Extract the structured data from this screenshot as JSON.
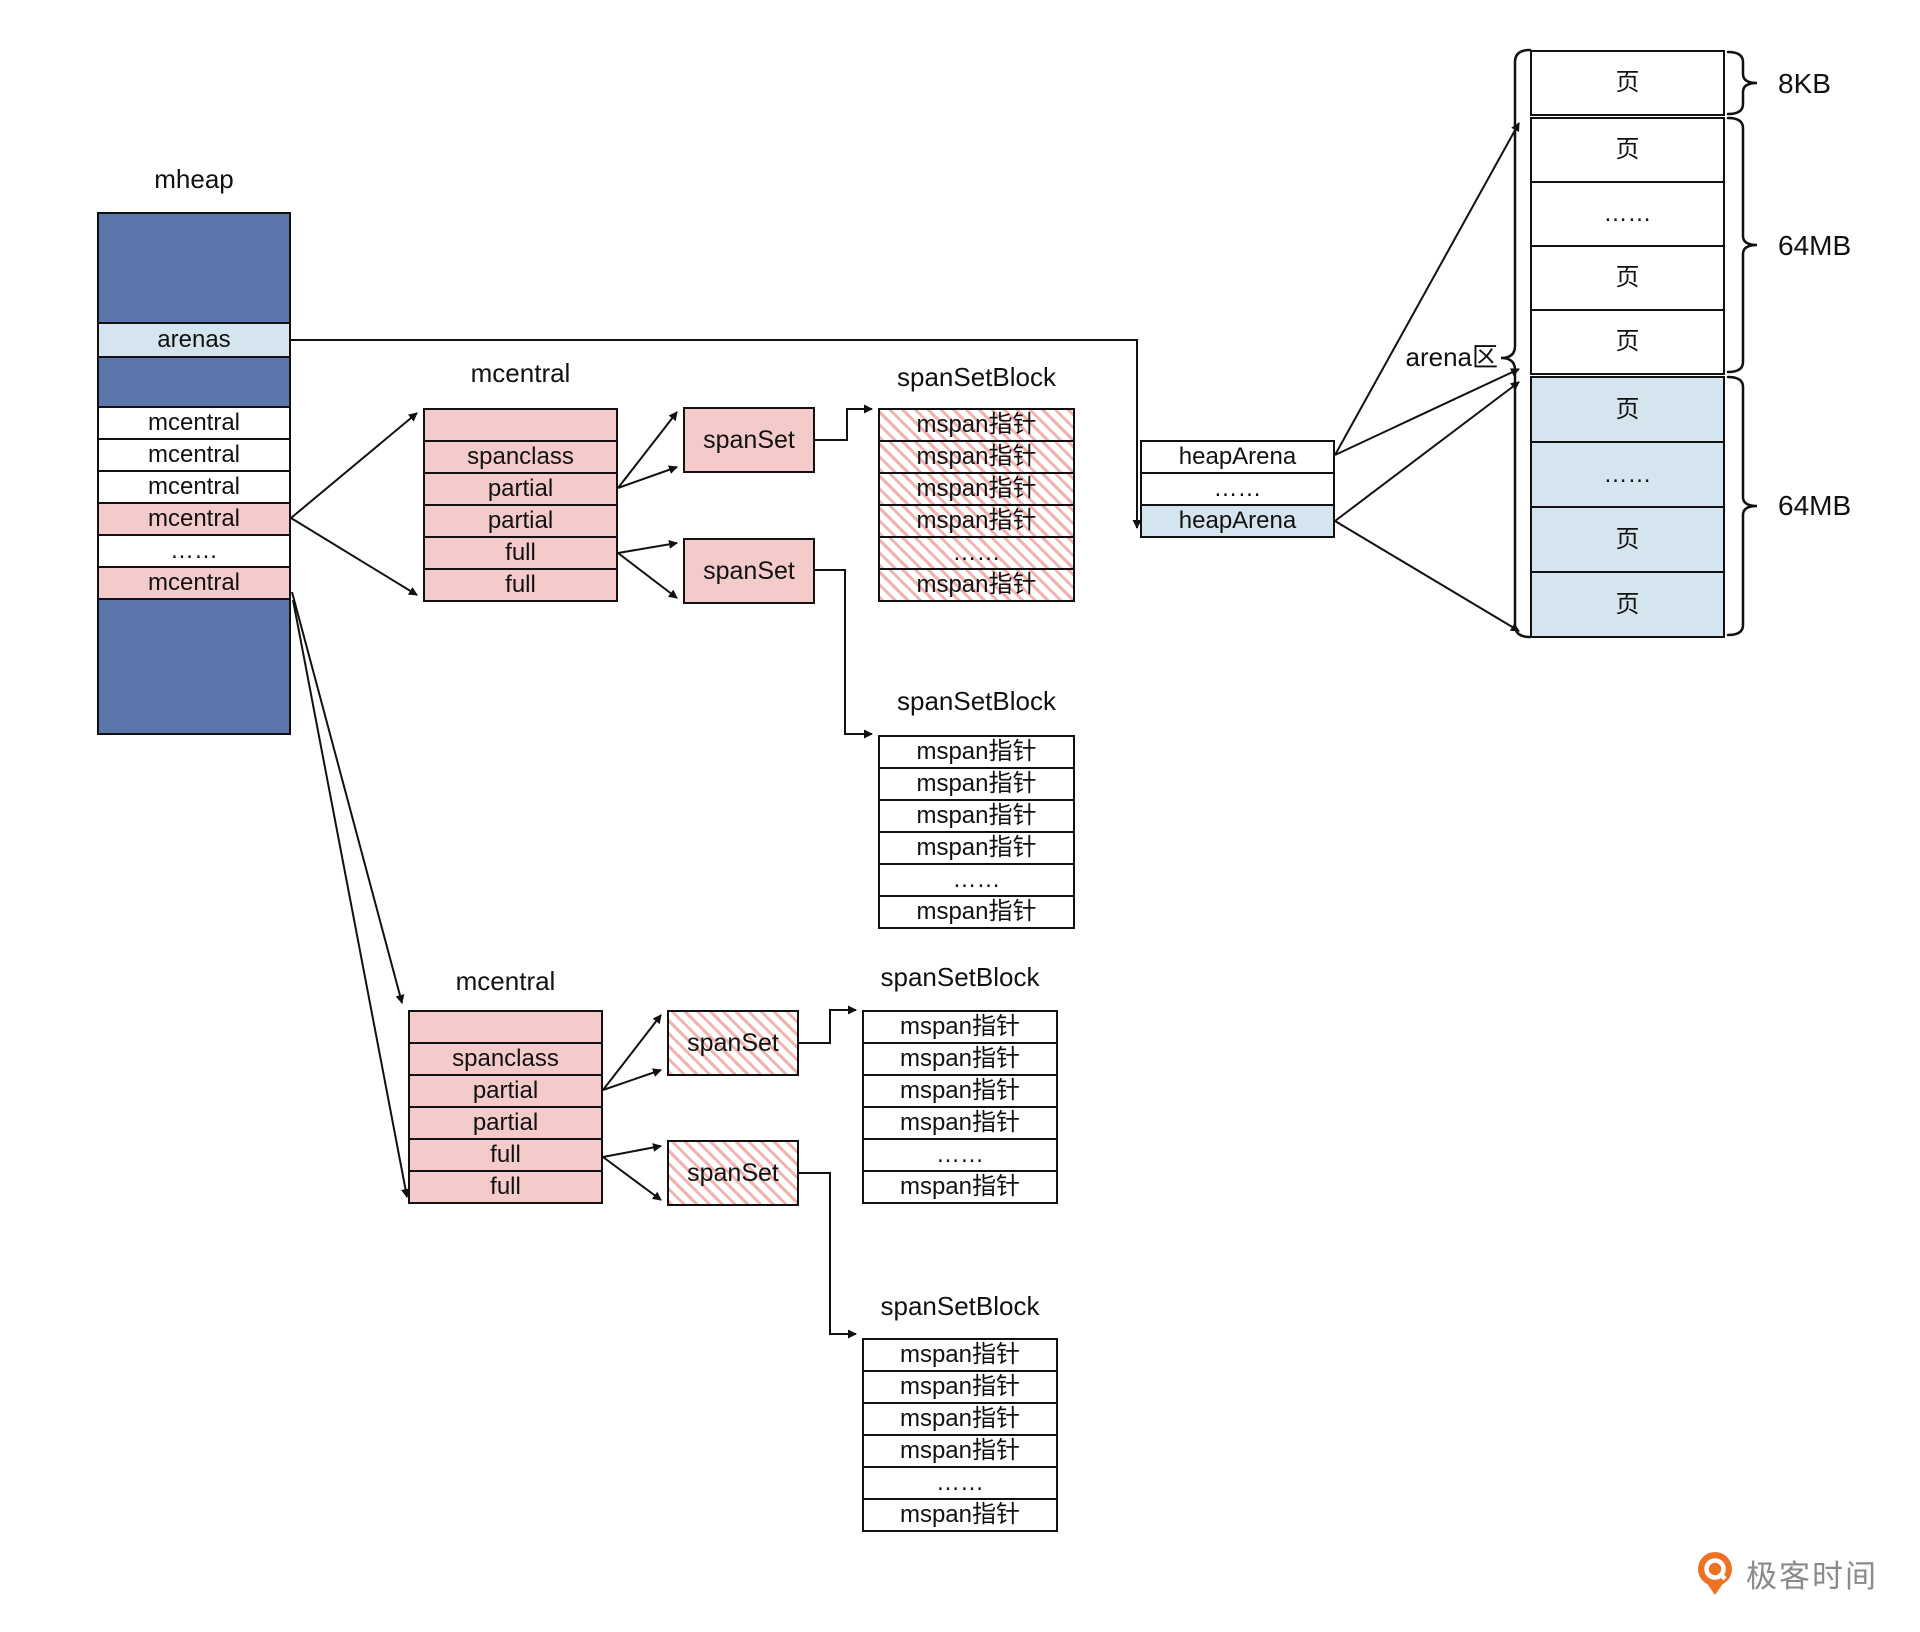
{
  "colors": {
    "dark_blue": "#5b76ab",
    "light_blue": "#d5e5ef",
    "pink": "#f4caca",
    "hatch_pink": "#f3b3ad",
    "border": "#111111",
    "logo_orange": "#ee7224",
    "logo_text_gray": "#8a8a8a"
  },
  "mheap": {
    "title": "mheap",
    "arenas_label": "arenas",
    "rows": [
      "mcentral",
      "mcentral",
      "mcentral",
      "mcentral",
      "……",
      "mcentral"
    ]
  },
  "mcentral": {
    "title": "mcentral",
    "rows": [
      "",
      "spanclass",
      "partial",
      "partial",
      "full",
      "full"
    ]
  },
  "span_set": {
    "label": "spanSet"
  },
  "span_set_block": {
    "title": "spanSetBlock",
    "rows": [
      "mspan指针",
      "mspan指针",
      "mspan指针",
      "mspan指针",
      "……",
      "mspan指针"
    ]
  },
  "heap_arena": {
    "rows": [
      "heapArena",
      "……",
      "heapArena"
    ]
  },
  "arena": {
    "label": "arena区",
    "size_8kb": "8KB",
    "size_64mb_top": "64MB",
    "size_64mb_bottom": "64MB",
    "group_a_rows": [
      "页"
    ],
    "group_b_rows": [
      "页",
      "……",
      "页",
      "页"
    ],
    "group_c_rows": [
      "页",
      "……",
      "页",
      "页"
    ]
  },
  "logo": {
    "text": "极客时间"
  }
}
